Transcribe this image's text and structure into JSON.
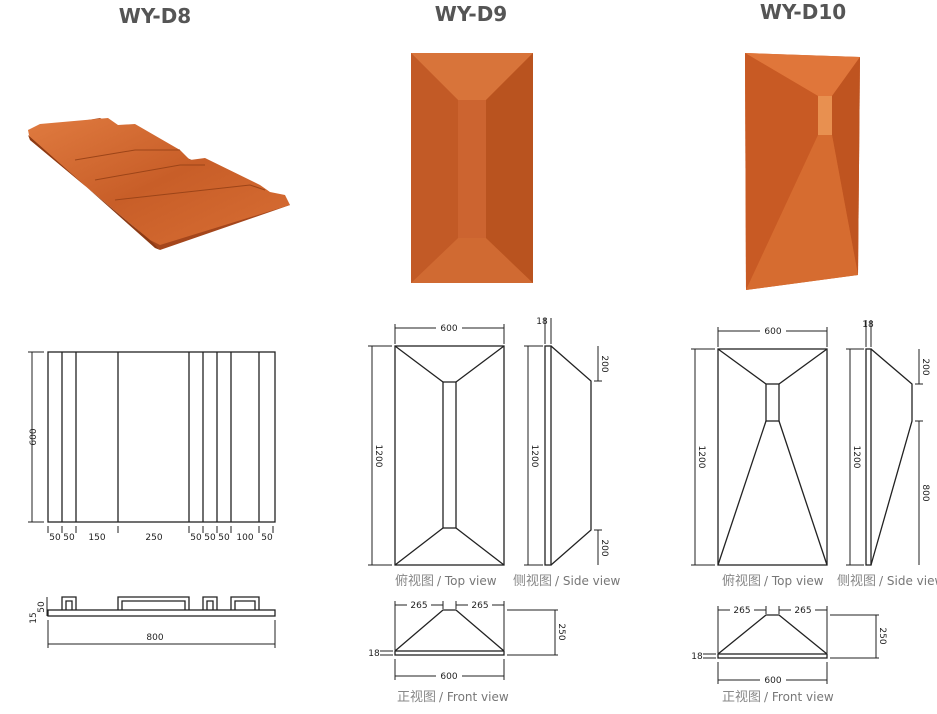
{
  "products": [
    {
      "title": "WY-D8",
      "top_dims": {
        "height": "600",
        "segments": [
          "50",
          "50",
          "150",
          "250",
          "50",
          "50",
          "50",
          "100",
          "50"
        ]
      },
      "side_dims": {
        "width": "800",
        "base": "15",
        "bump": "50"
      }
    },
    {
      "title": "WY-D9",
      "top": {
        "width": "600",
        "height": "1200",
        "caption_cn": "俯视图",
        "caption_en": "/ Top view"
      },
      "side": {
        "thickness": "18",
        "height": "1200",
        "top": "200",
        "bottom": "200",
        "caption_cn": "侧视图",
        "caption_en": "/ Side view"
      },
      "front": {
        "left": "265",
        "right": "265",
        "height": "250",
        "thickness": "18",
        "width": "600",
        "caption_cn": "正视图",
        "caption_en": "/ Front view"
      }
    },
    {
      "title": "WY-D10",
      "top": {
        "width": "600",
        "height": "1200",
        "caption_cn": "俯视图",
        "caption_en": "/ Top view"
      },
      "side": {
        "thickness": "18",
        "height": "1200",
        "top": "200",
        "bottom": "800",
        "caption_cn": "侧视图",
        "caption_en": "/ Side view"
      },
      "front": {
        "left": "265",
        "right": "265",
        "height": "250",
        "thickness": "18",
        "width": "600",
        "caption_cn": "正视图",
        "caption_en": "/ Front view"
      }
    }
  ],
  "colors": {
    "wood_light": "#d9703a",
    "wood_dark": "#b44d1f",
    "line": "#222222",
    "title": "#555555"
  }
}
